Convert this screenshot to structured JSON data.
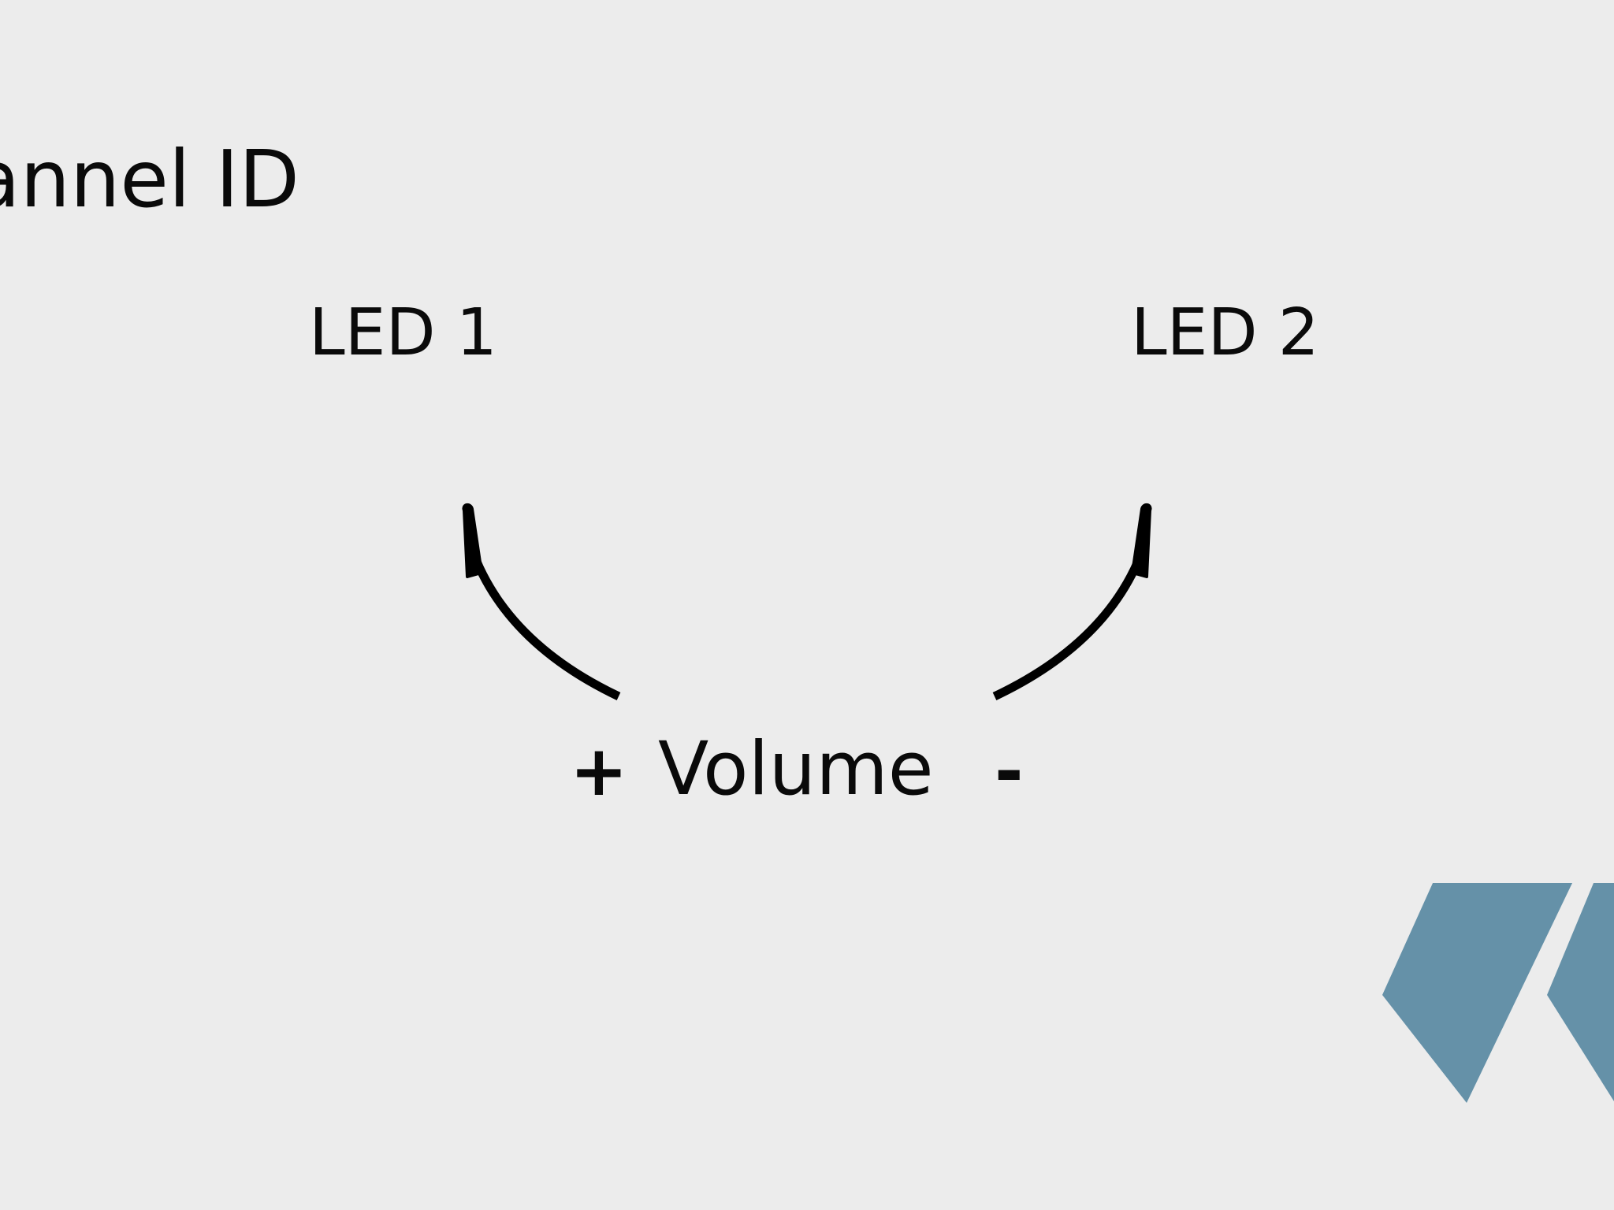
{
  "diagram": {
    "channel_title": "annel ID",
    "led_left": "LED 1",
    "led_right": "LED 2",
    "volume": {
      "plus": "+",
      "label": "Volume",
      "minus": "-"
    }
  },
  "colors": {
    "background": "#ececec",
    "text": "#0a0a0a",
    "arrow": "#000000",
    "logo": "#6591a8"
  },
  "icons": {
    "left_arrow": "curved-arrow-up-left-icon",
    "right_arrow": "curved-arrow-up-right-icon",
    "logo": "chevron-logo-mark"
  }
}
